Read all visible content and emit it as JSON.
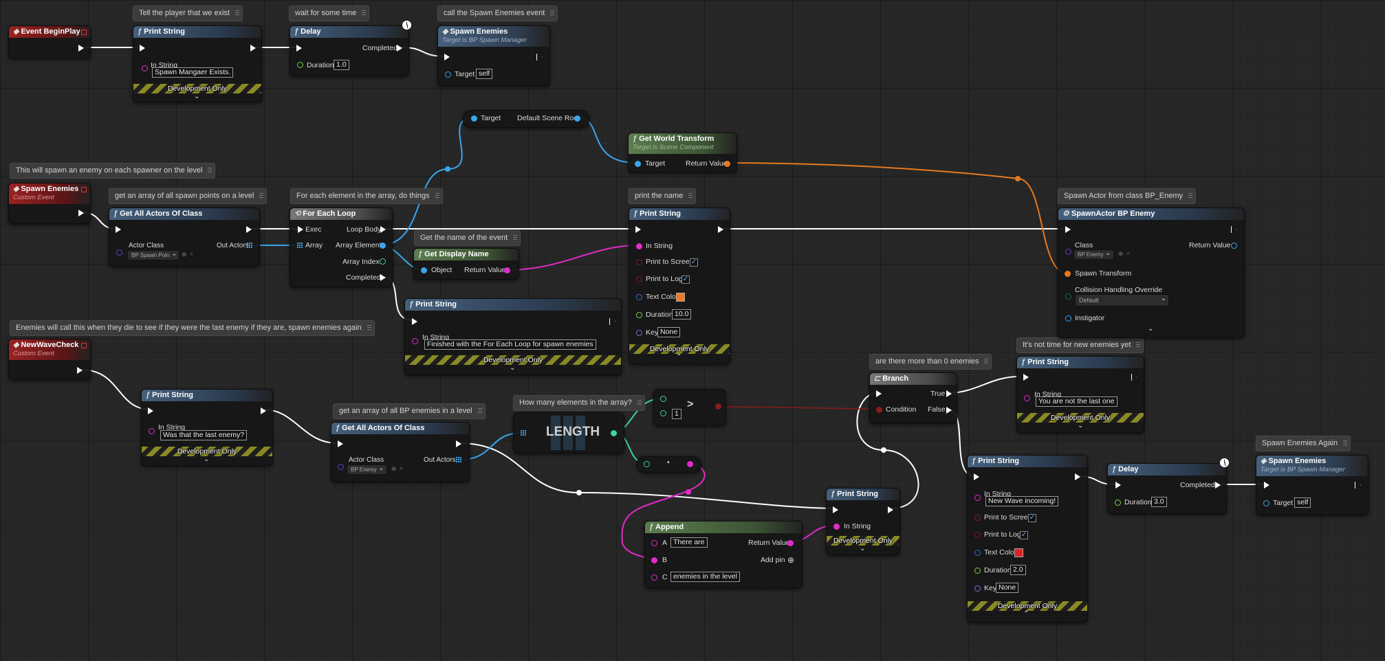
{
  "comments": {
    "c1": "Tell the player that we exist",
    "c2": "wait for some time",
    "c3": "call the Spawn Enemies event",
    "c4": "This will spawn an enemy on each spawner on the level",
    "c5": "get an array of all spawn points on a level",
    "c6": "For each element in the array, do things",
    "c7": "Get the name of the event",
    "c8": "print the name",
    "c9": "Spawn Actor from class BP_Enemy",
    "c10": "Enemies will call this when they die to see if they were the last enemy if they are, spawn enemies again",
    "c11": "get an array of all BP enemies in a level",
    "c12": "How many elements in the array?",
    "c13": "are there more than 0 enemies",
    "c14": "It's not time for new enemies yet",
    "c15": "Spawn Enemies Again"
  },
  "common": {
    "print_string": "Print String",
    "in_string": "In String",
    "dev_only": "Development Only",
    "delay": "Delay",
    "completed": "Completed",
    "duration": "Duration",
    "target": "Target",
    "self": "self",
    "print_to_screen": "Print to Screen",
    "print_to_log": "Print to Log",
    "text_color": "Text Color",
    "key": "Key",
    "none": "None",
    "get_all_actors": "Get All Actors Of Class",
    "actor_class": "Actor Class",
    "out_actors": "Out Actors",
    "spawn_enemies": "Spawn Enemies",
    "target_is_manager": "Target is BP Spawn Manager",
    "custom_event": "Custom Event",
    "return_value": "Return Value"
  },
  "nodes": {
    "begin_play": "Event BeginPlay",
    "ps1_value": "Spawn Mangaer Exists.",
    "delay1_value": "1.0",
    "scene_root": "Default Scene Root",
    "gwt_title": "Get World Transform",
    "gwt_sub": "Target is Scene Component",
    "spawn_point_class": "BP Spawn Poin",
    "for_each": "For Each Loop",
    "exec": "Exec",
    "array": "Array",
    "loop_body": "Loop Body",
    "array_element": "Array Element",
    "array_index": "Array Index",
    "get_display_name": "Get Display Name",
    "object": "Object",
    "ps2_duration": "10.0",
    "ps2_color": "#f07a22",
    "ps3_value": "Finished with the For Each Loop for spawn enemies",
    "spawn_actor": "SpawnActor BP Enemy",
    "class": "Class",
    "enemy_class": "BP Enemy",
    "spawn_transform": "Spawn Transform",
    "collision": "Collision Handling Override",
    "collision_value": "Default",
    "instigator": "Instigator",
    "new_wave_check": "NewWaveCheck",
    "ps4_value": "Was that the last enemy?",
    "length": "LENGTH",
    "greater": ">",
    "greater_b": "1",
    "branch": "Branch",
    "condition": "Condition",
    "true": "True",
    "false": "False",
    "ps5_value": "You are not the last one",
    "append": "Append",
    "a": "A",
    "b": "B",
    "c": "C",
    "append_a": "There are",
    "append_c": "enemies in the level",
    "add_pin": "Add pin",
    "ps7_value": "New Wave incoming!",
    "ps7_duration": "2.0",
    "ps7_color": "#e02020",
    "delay2_value": "3.0"
  }
}
